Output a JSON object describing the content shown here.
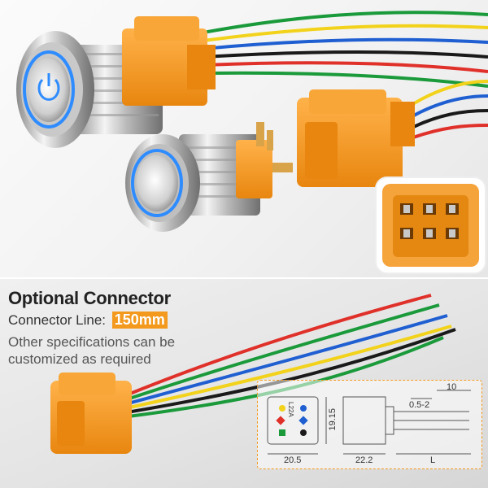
{
  "section": {
    "headline": "Optional Connector",
    "line_label": "Connector Line:",
    "line_value": "150mm",
    "description": "Other specifications can be customized as required"
  },
  "drawing": {
    "dim_width": "20.5",
    "dim_height": "19.15",
    "dim_body": "22.2",
    "dim_strip": "0.5-2",
    "dim_tip": "10",
    "dim_length": "L",
    "model_code": "L22A"
  },
  "colors": {
    "orange": "#f39a1e",
    "wire_red": "#e0302a",
    "wire_green": "#1a9a3a",
    "wire_yellow": "#f2d21a",
    "wire_blue": "#1f5fd1",
    "wire_black": "#1a1a1a",
    "led_blue": "#2f8cff"
  }
}
